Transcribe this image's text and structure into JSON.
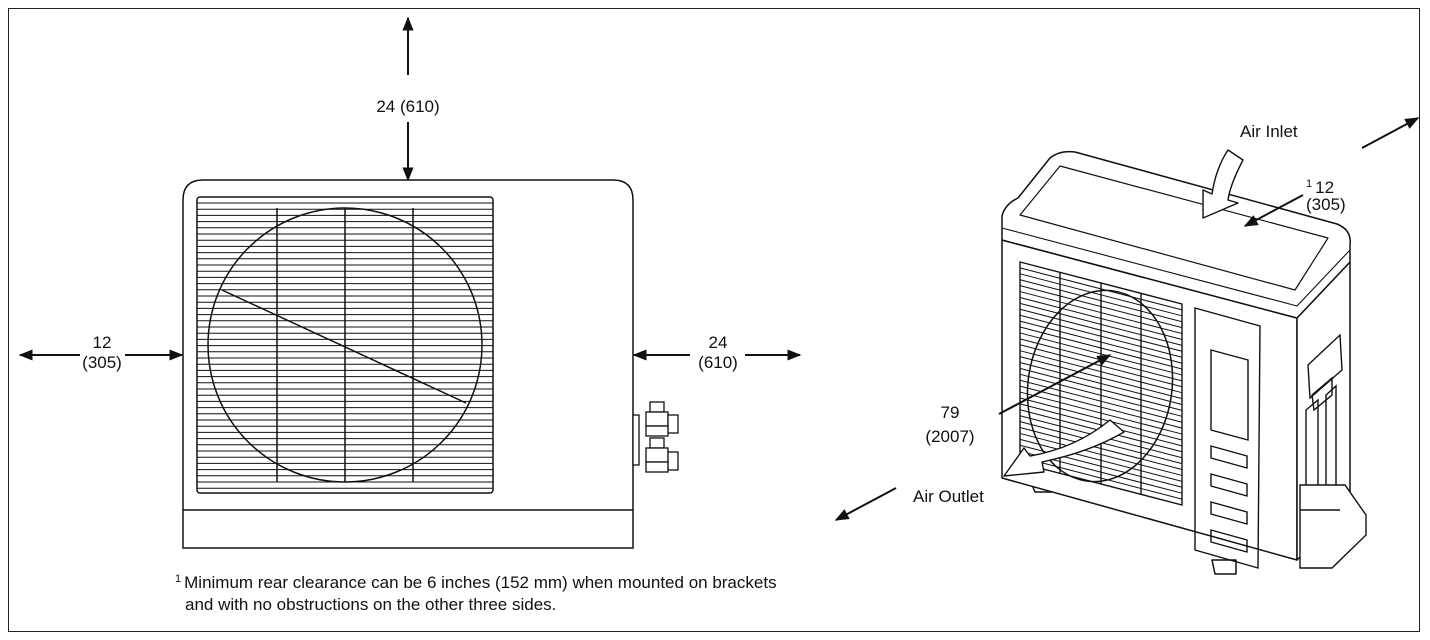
{
  "clearances": {
    "top": "24 (610)",
    "left_in": "12",
    "left_mm": "(305)",
    "right_in": "24",
    "right_mm": "(610)",
    "rear_mark": "1",
    "rear_in": "12",
    "rear_mm": "(305)",
    "front_in": "79",
    "front_mm": "(2007)"
  },
  "labels": {
    "air_inlet": "Air Inlet",
    "air_outlet": "Air Outlet"
  },
  "footnote": {
    "mark": "1",
    "line1": "Minimum rear clearance can be 6 inches (152 mm) when mounted on brackets",
    "line2": "and with no obstructions on the other three sides."
  }
}
